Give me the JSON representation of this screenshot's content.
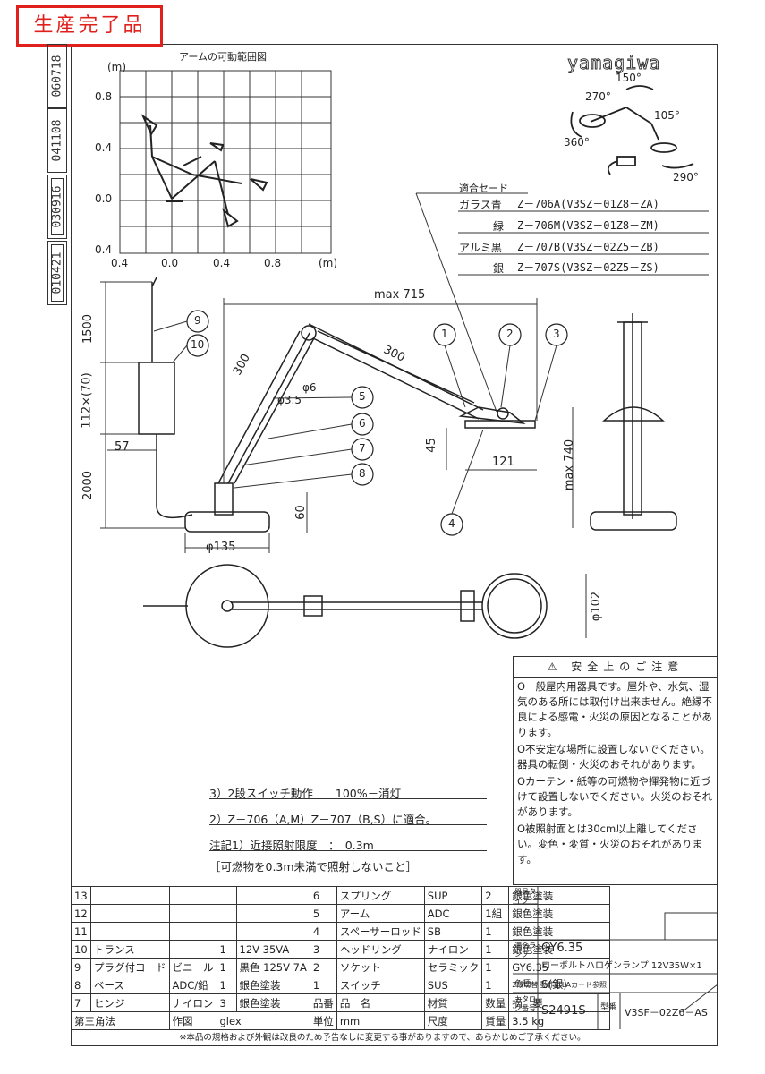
{
  "stamp": "生産完了品",
  "revisions": [
    "060718",
    "041108",
    "030916",
    "010421"
  ],
  "brand": "yamagiwa",
  "arm_chart": {
    "title": "アームの可動範囲図",
    "yunit": "(m)",
    "xunit": "(m)",
    "yticks": [
      "0.8",
      "0.4",
      "0.0",
      "0.4"
    ],
    "xticks": [
      "0.4",
      "0.0",
      "0.4",
      "0.8"
    ]
  },
  "rotation": {
    "a150": "150°",
    "a270": "270°",
    "a105": "105°",
    "a360": "360°",
    "a290": "290°"
  },
  "shades": {
    "title": "適合セード",
    "rows": [
      {
        "label": "ガラス青",
        "code": "Z－706A(V3SZ－01Z8－ZA)"
      },
      {
        "label": "緑",
        "code": "Z－706M(V3SZ－01Z8－ZM)"
      },
      {
        "label": "アルミ黒",
        "code": "Z－707B(V3SZ－02Z5－ZB)"
      },
      {
        "label": "銀",
        "code": "Z－707S(V3SZ－02Z5－ZS)"
      }
    ]
  },
  "dims": {
    "max715": "max 715",
    "arm300a": "300",
    "arm300b": "300",
    "phi6": "φ6",
    "phi35": "φ3.5",
    "d1500": "1500",
    "d112": "112×(70)",
    "d57": "57",
    "d2000": "2000",
    "d45": "45",
    "d121": "121",
    "d740": "max 740",
    "d60": "60",
    "d135": "φ135",
    "d102": "φ102"
  },
  "callouts": [
    "1",
    "2",
    "3",
    "4",
    "5",
    "6",
    "7",
    "8",
    "9",
    "10"
  ],
  "notes": {
    "n3": "3）2段スイッチ動作　　100%－消灯",
    "n2": "2）Z－706（A,M）Z－707（B,S）に適合。",
    "n1": "注記1）近接照射限度　：　0.3m",
    "n0": "［可燃物を0.3m未満で照射しないこと］"
  },
  "caution": {
    "title": "安全上のご注意",
    "items": [
      "O一般屋内用器具です。屋外や、水気、湿気のある所には取付け出来ません。絶縁不良による感電・火災の原因となることがあります。",
      "O不安定な場所に設置しないでください。器具の転倒・火災のおそれがあります。",
      "Oカーテン・紙等の可燃物や揮発物に近づけて設置しないでください。火災のおそれがあります。",
      "O被照射面とは30cm以上離してください。変色・変質・火災のおそれがあります。"
    ]
  },
  "bom": {
    "rows": [
      {
        "no": "13",
        "name": "",
        "mat": "",
        "qty": "",
        "spec": "",
        "no2": "6",
        "name2": "スプリング",
        "mat2": "SUP",
        "qty2": "2",
        "spec2": "銀色塗装"
      },
      {
        "no": "12",
        "name": "",
        "mat": "",
        "qty": "",
        "spec": "",
        "no2": "5",
        "name2": "アーム",
        "mat2": "ADC",
        "qty2": "1組",
        "spec2": "銀色塗装"
      },
      {
        "no": "11",
        "name": "",
        "mat": "",
        "qty": "",
        "spec": "",
        "no2": "4",
        "name2": "スペーサーロッド",
        "mat2": "SB",
        "qty2": "1",
        "spec2": "銀色塗装"
      },
      {
        "no": "10",
        "name": "トランス",
        "mat": "",
        "qty": "1",
        "spec": "12V 35VA",
        "no2": "3",
        "name2": "ヘッドリング",
        "mat2": "ナイロン",
        "qty2": "1",
        "spec2": "銀色塗装"
      },
      {
        "no": "9",
        "name": "プラグ付コード",
        "mat": "ビニール",
        "qty": "1",
        "spec": "黒色 125V 7A",
        "no2": "2",
        "name2": "ソケット",
        "mat2": "セラミック",
        "qty2": "1",
        "spec2": "GY6.35"
      },
      {
        "no": "8",
        "name": "ベース",
        "mat": "ADC/鉛",
        "qty": "1",
        "spec": "銀色塗装",
        "no2": "1",
        "name2": "スイッチ",
        "mat2": "SUS",
        "qty2": "1",
        "spec2": "2段切替 動作はLAカード参照"
      },
      {
        "no": "7",
        "name": "ヒンジ",
        "mat": "ナイロン",
        "qty": "3",
        "spec": "銀色塗装",
        "no2": "品番",
        "name2": "品　名",
        "mat2": "材質",
        "qty2": "数量",
        "spec2": "摘　要"
      }
    ],
    "footer": {
      "angle": "第三角法",
      "drawn_label": "作図",
      "drawn": "glex",
      "unit_label": "単位",
      "unit": "mm",
      "scale_label": "尺度",
      "scale": "──",
      "weight_label": "質量",
      "weight": "3.5 kg"
    }
  },
  "right_info": {
    "type_label": "器具タイプ",
    "lamp_label": "適合ランプ",
    "lamp": "GY6.35",
    "lamp_desc": "ローボルトハロゲンランプ 12V35W×1",
    "color_label": "色種",
    "color": "S(銀)",
    "catalog_label": "カタログ番号",
    "catalog": "S2491S",
    "model_label": "型番",
    "model": "V3SF－02Z6－AS"
  },
  "footer_note": "※本品の規格および外観は改良のため予告なしに変更する事がありますので、あらかじめご了承ください。"
}
